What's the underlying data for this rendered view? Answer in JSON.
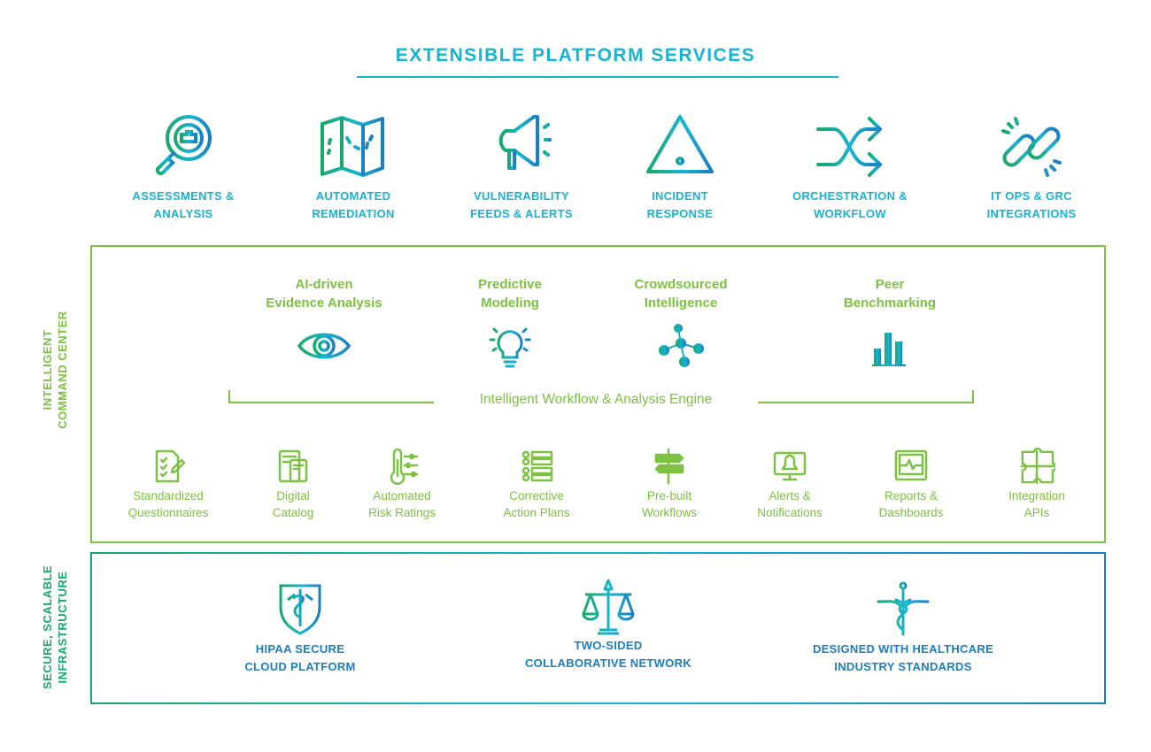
{
  "title": "EXTENSIBLE PLATFORM SERVICES",
  "services": [
    {
      "l1": "ASSESSMENTS &",
      "l2": "ANALYSIS",
      "icon": "magnifier-puzzle-icon"
    },
    {
      "l1": "AUTOMATED",
      "l2": "REMEDIATION",
      "icon": "map-icon"
    },
    {
      "l1": "VULNERABILITY",
      "l2": "FEEDS & ALERTS",
      "icon": "megaphone-icon"
    },
    {
      "l1": "INCIDENT",
      "l2": "RESPONSE",
      "icon": "warning-triangle-icon"
    },
    {
      "l1": "ORCHESTRATION &",
      "l2": "WORKFLOW",
      "icon": "shuffle-icon"
    },
    {
      "l1": "IT OPS & GRC",
      "l2": "INTEGRATIONS",
      "icon": "link-icon"
    }
  ],
  "command_center": {
    "label1": "INTELLIGENT",
    "label2": "COMMAND CENTER",
    "features": [
      {
        "l1": "AI-driven",
        "l2": "Evidence Analysis"
      },
      {
        "l1": "Predictive",
        "l2": "Modeling"
      },
      {
        "l1": "Crowdsourced",
        "l2": "Intelligence"
      },
      {
        "l1": "Peer",
        "l2": "Benchmarking"
      }
    ],
    "engine": "Intelligent Workflow & Analysis Engine",
    "modules": [
      {
        "l1": "Standardized",
        "l2": "Questionnaires"
      },
      {
        "l1": "Digital",
        "l2": "Catalog"
      },
      {
        "l1": "Automated",
        "l2": "Risk Ratings"
      },
      {
        "l1": "Corrective",
        "l2": "Action Plans"
      },
      {
        "l1": "Pre-built",
        "l2": "Workflows"
      },
      {
        "l1": "Alerts &",
        "l2": "Notifications"
      },
      {
        "l1": "Reports &",
        "l2": "Dashboards"
      },
      {
        "l1": "Integration",
        "l2": "APIs"
      }
    ]
  },
  "infrastructure": {
    "label1": "SECURE, SCALABLE",
    "label2": "INFRASTRUCTURE",
    "items": [
      {
        "l1": "HIPAA SECURE",
        "l2": "CLOUD PLATFORM"
      },
      {
        "l1": "TWO-SIDED",
        "l2": "COLLABORATIVE NETWORK"
      },
      {
        "l1": "DESIGNED WITH HEALTHCARE",
        "l2": "INDUSTRY STANDARDS"
      }
    ]
  },
  "colors": {
    "cyan": "#17b4d2",
    "green": "#7dc142",
    "blue": "#1a7fc1",
    "teal": "#19a86b"
  }
}
